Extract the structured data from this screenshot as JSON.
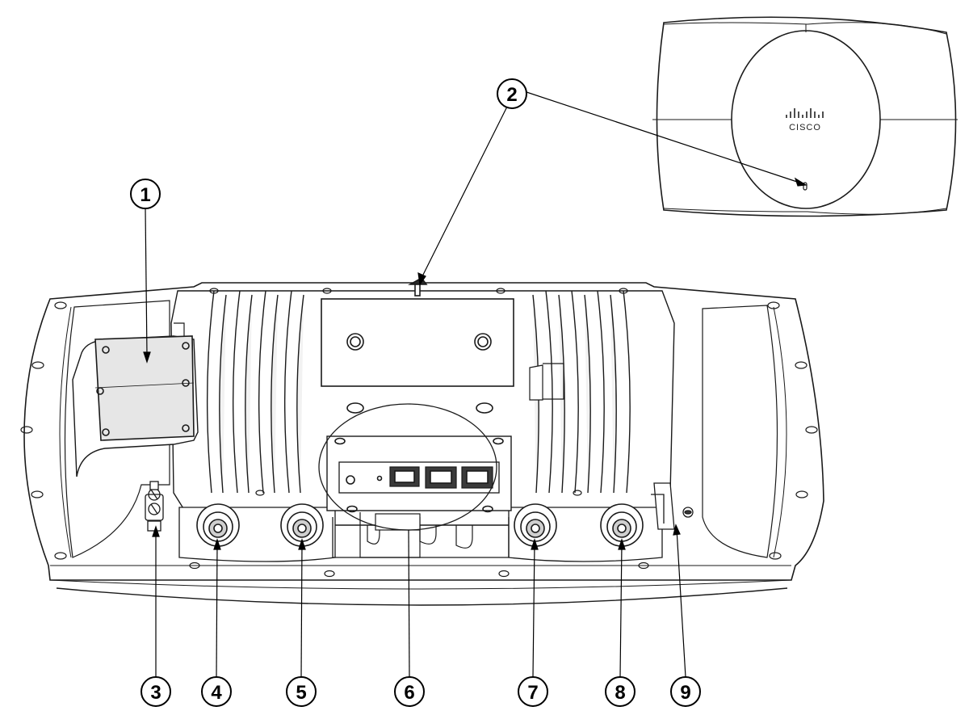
{
  "callouts": [
    {
      "id": "callout-1",
      "number": "1"
    },
    {
      "id": "callout-2",
      "number": "2"
    },
    {
      "id": "callout-3",
      "number": "3"
    },
    {
      "id": "callout-4",
      "number": "4"
    },
    {
      "id": "callout-5",
      "number": "5"
    },
    {
      "id": "callout-6",
      "number": "6"
    },
    {
      "id": "callout-7",
      "number": "7"
    },
    {
      "id": "callout-8",
      "number": "8"
    },
    {
      "id": "callout-9",
      "number": "9"
    }
  ],
  "logo": {
    "wordmark": "CISCO",
    "icon": "cisco-bridge-logo-icon"
  },
  "colors": {
    "line": "#1a1a1a",
    "fill": "#ffffff",
    "shade": "#e6e6e6",
    "dark": "#2a2a2a"
  }
}
